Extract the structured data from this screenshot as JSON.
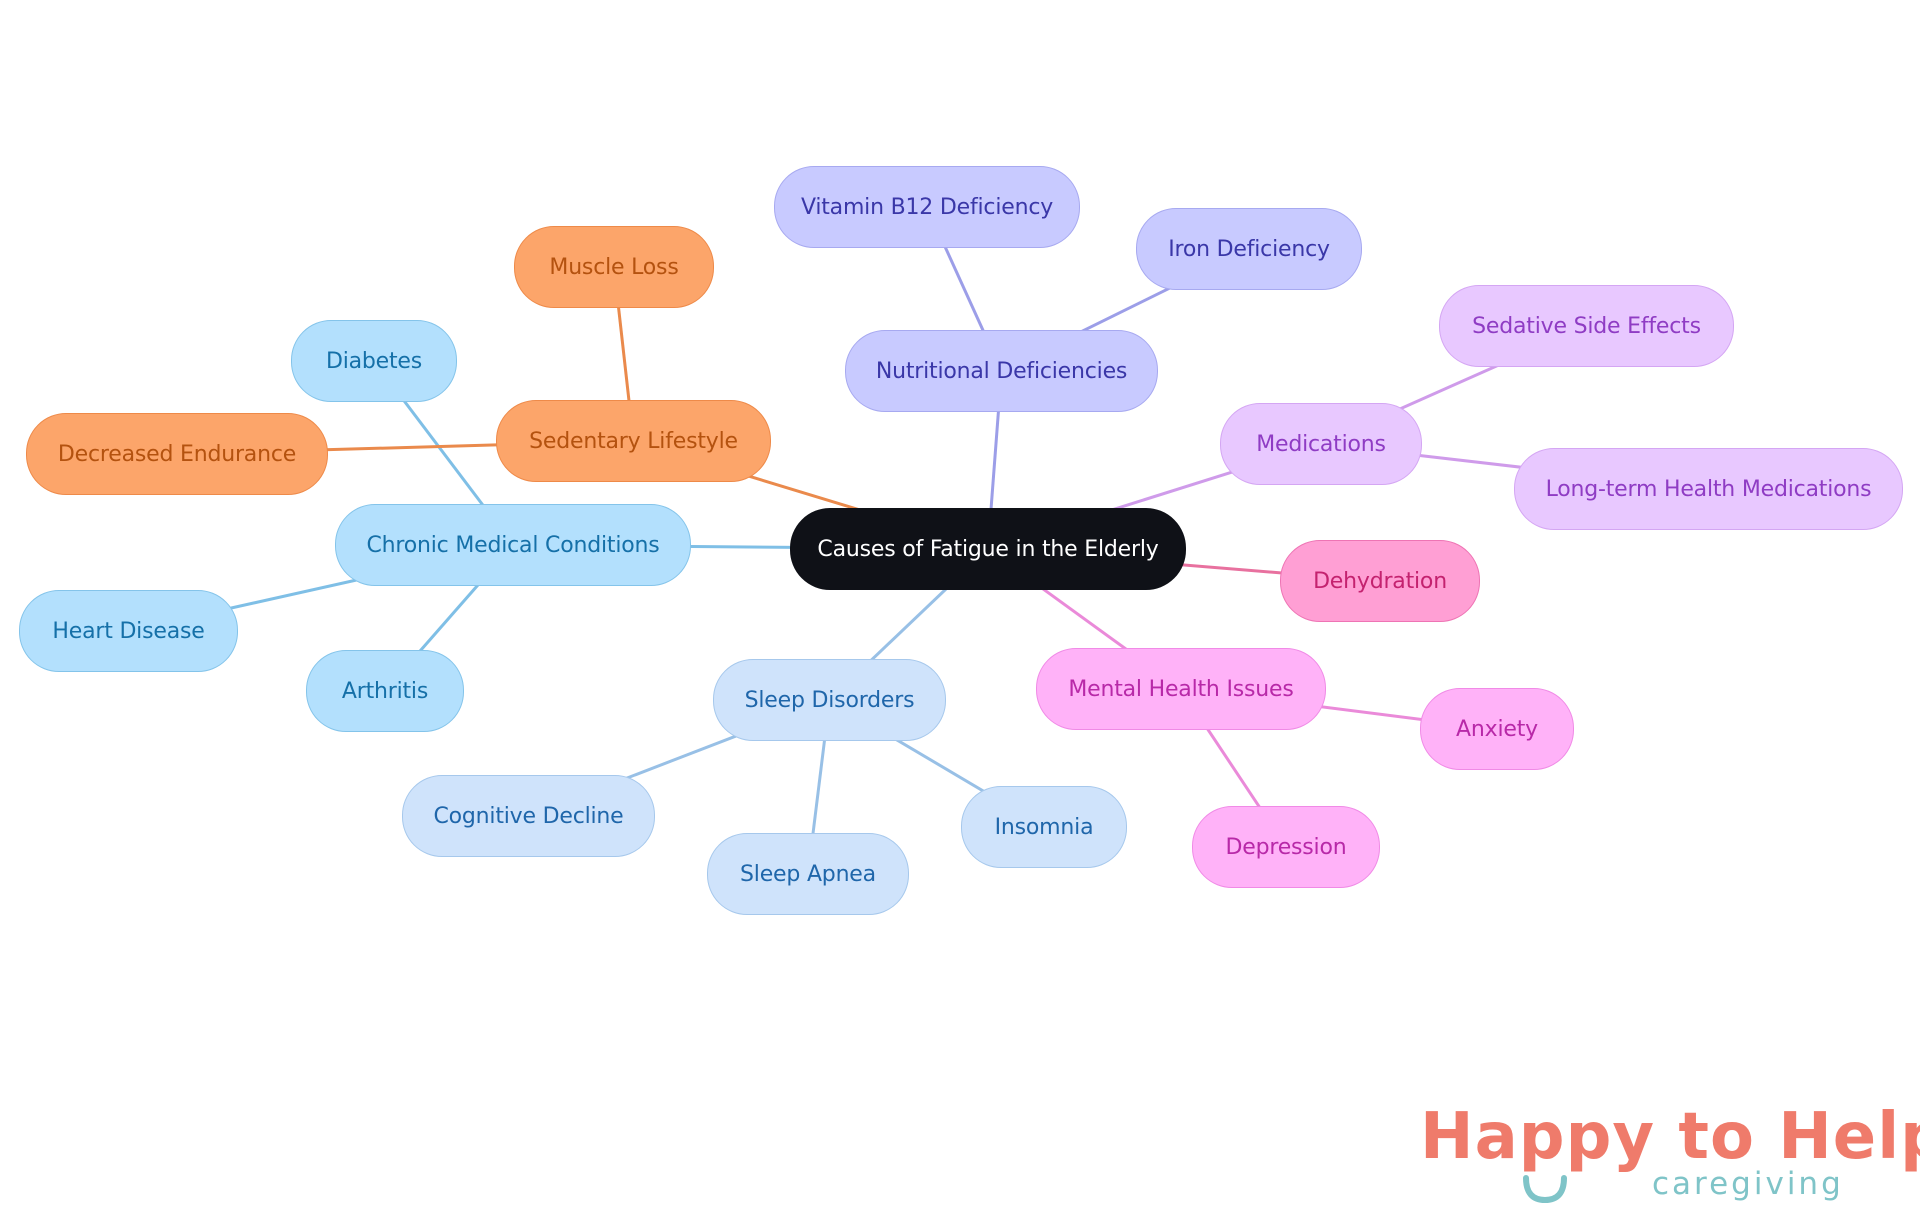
{
  "title": "Causes of Fatigue in the Elderly",
  "palette": {
    "root": {
      "fill": "#0f1117",
      "stroke": "#0f1117",
      "text": "#ffffff"
    },
    "sky": {
      "fill": "#b3e0fd",
      "stroke": "#84c4ea",
      "text": "#1570a8",
      "line": "#7fbfe6"
    },
    "orange": {
      "fill": "#fca56a",
      "stroke": "#ee8a49",
      "text": "#b4520f",
      "line": "#ea8a4c"
    },
    "indigo": {
      "fill": "#c8caff",
      "stroke": "#a7a9f0",
      "text": "#3a37a8",
      "line": "#9c9ee8"
    },
    "lilac": {
      "fill": "#e8c8ff",
      "stroke": "#d4a6f3",
      "text": "#8f3cc4",
      "line": "#cf9bea"
    },
    "pink": {
      "fill": "#ff9fd4",
      "stroke": "#ee74b4",
      "text": "#c4226f",
      "line": "#e8719f"
    },
    "magenta": {
      "fill": "#ffb2f8",
      "stroke": "#f08ae6",
      "text": "#b829a8",
      "line": "#ea8ad9"
    },
    "pale": {
      "fill": "#cfe3fb",
      "stroke": "#a6c8ec",
      "text": "#1f66aa",
      "line": "#98c0e6"
    }
  },
  "nodes": [
    {
      "id": "root",
      "label": "Causes of Fatigue in the Elderly",
      "color": "root"
    },
    {
      "id": "chronic",
      "label": "Chronic Medical Conditions",
      "color": "sky",
      "parent": "root"
    },
    {
      "id": "diabetes",
      "label": "Diabetes",
      "color": "sky",
      "parent": "chronic"
    },
    {
      "id": "heart",
      "label": "Heart Disease",
      "color": "sky",
      "parent": "chronic"
    },
    {
      "id": "arthritis",
      "label": "Arthritis",
      "color": "sky",
      "parent": "chronic"
    },
    {
      "id": "sedentary",
      "label": "Sedentary Lifestyle",
      "color": "orange",
      "parent": "root"
    },
    {
      "id": "muscle",
      "label": "Muscle Loss",
      "color": "orange",
      "parent": "sedentary"
    },
    {
      "id": "endurance",
      "label": "Decreased Endurance",
      "color": "orange",
      "parent": "sedentary"
    },
    {
      "id": "nutrition",
      "label": "Nutritional Deficiencies",
      "color": "indigo",
      "parent": "root"
    },
    {
      "id": "b12",
      "label": "Vitamin B12 Deficiency",
      "color": "indigo",
      "parent": "nutrition"
    },
    {
      "id": "iron",
      "label": "Iron Deficiency",
      "color": "indigo",
      "parent": "nutrition"
    },
    {
      "id": "meds",
      "label": "Medications",
      "color": "lilac",
      "parent": "root"
    },
    {
      "id": "sedative",
      "label": "Sedative Side Effects",
      "color": "lilac",
      "parent": "meds"
    },
    {
      "id": "longterm",
      "label": "Long-term Health Medications",
      "color": "lilac",
      "parent": "meds"
    },
    {
      "id": "dehydration",
      "label": "Dehydration",
      "color": "pink",
      "parent": "root"
    },
    {
      "id": "mental",
      "label": "Mental Health Issues",
      "color": "magenta",
      "parent": "root"
    },
    {
      "id": "anxiety",
      "label": "Anxiety",
      "color": "magenta",
      "parent": "mental"
    },
    {
      "id": "depression",
      "label": "Depression",
      "color": "magenta",
      "parent": "mental"
    },
    {
      "id": "sleep",
      "label": "Sleep Disorders",
      "color": "pale",
      "parent": "root"
    },
    {
      "id": "cognitive",
      "label": "Cognitive Decline",
      "color": "pale",
      "parent": "sleep"
    },
    {
      "id": "apnea",
      "label": "Sleep Apnea",
      "color": "pale",
      "parent": "sleep"
    },
    {
      "id": "insomnia",
      "label": "Insomnia",
      "color": "pale",
      "parent": "sleep"
    }
  ],
  "logo": {
    "text": "Happy to Help",
    "subtext": "caregiving",
    "primary_color": "#ef7b6b",
    "accent_color": "#7fc4c8"
  }
}
